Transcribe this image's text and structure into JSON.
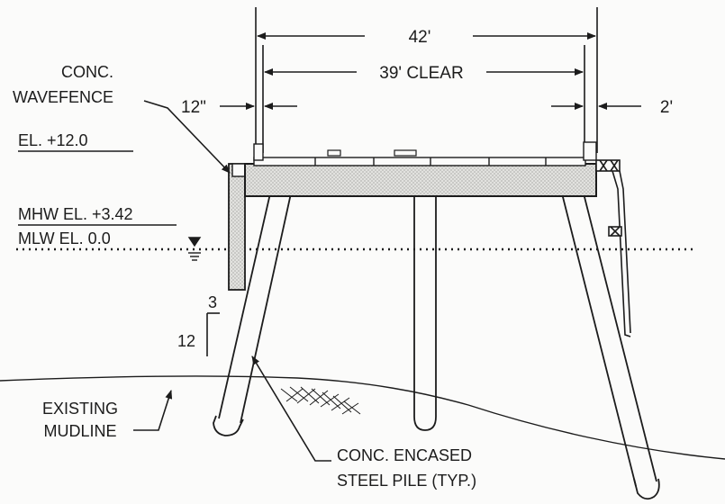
{
  "dimensions": {
    "overall": "42'",
    "clear": "39' CLEAR",
    "left_offset": "12\"",
    "right_offset": "2'"
  },
  "labels": {
    "wavefence_line1": "CONC.",
    "wavefence_line2": "WAVEFENCE",
    "deck_elevation": "EL. +12.0",
    "mhw": "MHW EL. +3.42",
    "mlw": "MLW EL. 0.0",
    "batter_rise": "3",
    "batter_run": "12",
    "mudline_line1": "EXISTING",
    "mudline_line2": "MUDLINE",
    "pile_line1": "CONC. ENCASED",
    "pile_line2": "STEEL PILE (TYP.)"
  },
  "colors": {
    "ink": "#1c1c1c",
    "deck_fill": "#d9d9d6",
    "paper": "#fbfbfa"
  }
}
